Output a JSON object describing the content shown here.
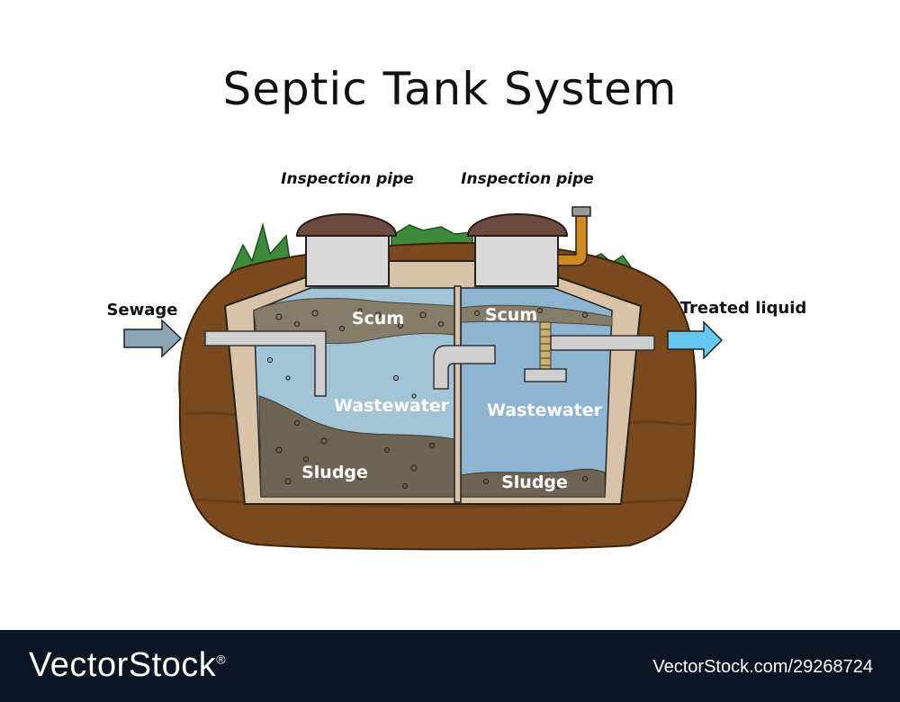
{
  "title": "Septic Tank System",
  "labels": {
    "inspection_pipe_left": "Inspection pipe",
    "inspection_pipe_right": "Inspection pipe",
    "sewage": "Sewage",
    "treated_liquid": "Treated liquid",
    "scum_left": "Scum",
    "scum_right": "Scum",
    "wastewater_left": "Wastewater",
    "wastewater_right": "Wastewater",
    "sludge_left": "Sludge",
    "sludge_right": "Sludge"
  },
  "colors": {
    "soil": "#7a4a1e",
    "soil_dark": "#5c3512",
    "tank_wall": "#d8c3a8",
    "riser": "#d9d9d9",
    "cap": "#6b4a3f",
    "water_left": "#a3c3d6",
    "water_right": "#8db4d0",
    "scum": "#857c6a",
    "sludge": "#6e6454",
    "pipe": "#cfcfcf",
    "grass": "#3d8a3a",
    "vent": "#d08a1e",
    "arrow_in": "#8aa4b8",
    "arrow_out": "#66c8ee",
    "footer_bg": "#0b1523"
  },
  "footer": {
    "brand": "VectorStock",
    "brand_mark": "®",
    "image_ref": "VectorStock.com/29268724"
  }
}
